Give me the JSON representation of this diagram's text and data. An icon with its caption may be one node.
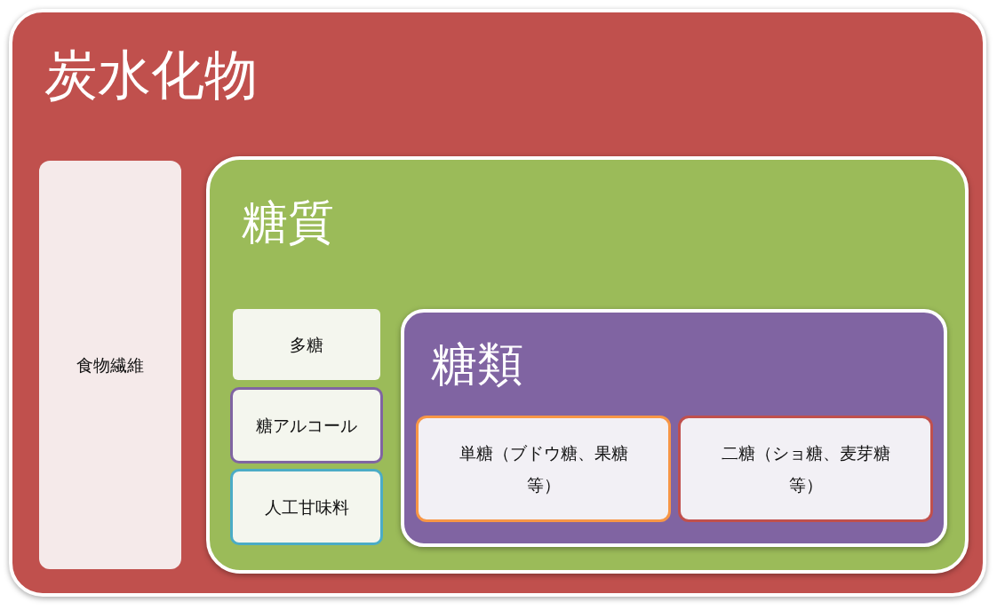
{
  "diagram": {
    "nodes": [
      {
        "text": [
          "炭水化物"
        ]
      },
      {
        "text": [
          "食物繊維"
        ],
        "in": 0
      },
      {
        "text": [
          "糖質"
        ],
        "in": 0
      },
      {
        "text": [
          "多糖"
        ],
        "in": 2
      },
      {
        "text": [
          "糖アルコール"
        ],
        "in": 2
      },
      {
        "text": [
          "人工甘味料"
        ],
        "in": 2
      },
      {
        "text": [
          "糖類"
        ],
        "in": 2
      },
      {
        "text": [
          "単糖（ブドウ糖、果糖等）"
        ],
        "in": 6
      },
      {
        "text": [
          "二糖（ショ糖、麦芽糖等）"
        ],
        "in": 6
      }
    ]
  }
}
